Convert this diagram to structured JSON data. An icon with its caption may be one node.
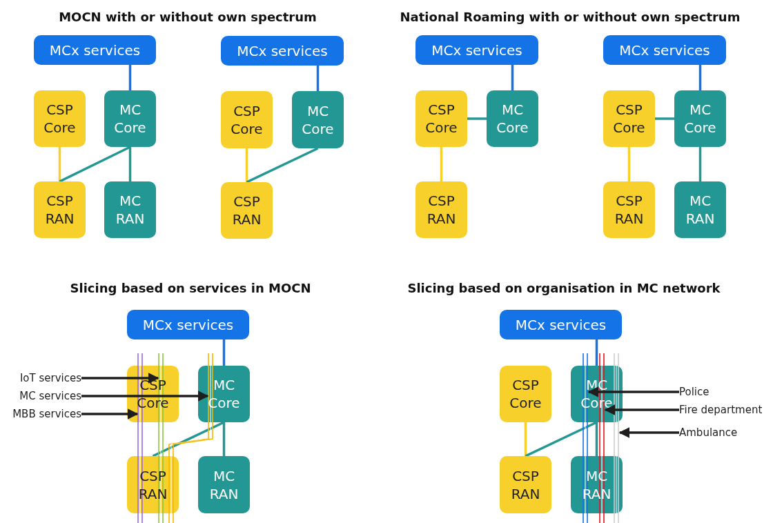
{
  "diagram": {
    "nodes": [
      {
        "text": [
          "MCx services"
        ]
      },
      {
        "text": [
          "CSP Core"
        ]
      },
      {
        "text": [
          "MC Core"
        ]
      },
      {
        "text": [
          "CSP RAN"
        ]
      },
      {
        "text": [
          "MC RAN"
        ]
      },
      {
        "text": [
          "MCx services"
        ]
      },
      {
        "text": [
          "CSP Core"
        ]
      },
      {
        "text": [
          "MC Core"
        ]
      },
      {
        "text": [
          "CSP RAN"
        ]
      },
      {
        "text": [
          "MCx services"
        ]
      },
      {
        "text": [
          "CSP Core"
        ]
      },
      {
        "text": [
          "MC Core"
        ]
      },
      {
        "text": [
          "CSP RAN"
        ]
      },
      {
        "text": [
          "MCx services"
        ]
      },
      {
        "text": [
          "CSP Core"
        ]
      },
      {
        "text": [
          "MC Core"
        ]
      },
      {
        "text": [
          "CSP RAN"
        ]
      },
      {
        "text": [
          "MC RAN"
        ]
      },
      {
        "text": [
          "MCx services"
        ]
      },
      {
        "text": [
          "CSP Core"
        ]
      },
      {
        "text": [
          "MC Core"
        ]
      },
      {
        "text": [
          "CSP RAN"
        ]
      },
      {
        "text": [
          "MC RAN"
        ]
      },
      {
        "text": [
          "IoT services"
        ]
      },
      {
        "text": [
          "MC services"
        ]
      },
      {
        "text": [
          "MBB services"
        ]
      },
      {
        "text": [
          "MCx services"
        ]
      },
      {
        "text": [
          "CSP Core"
        ]
      },
      {
        "text": [
          "MC Core"
        ]
      },
      {
        "text": [
          "CSP RAN"
        ]
      },
      {
        "text": [
          "MC RAN"
        ]
      },
      {
        "text": [
          "Police"
        ]
      },
      {
        "text": [
          "Fire department"
        ]
      },
      {
        "text": [
          "Ambulance"
        ]
      },
      {
        "text": [],
        "shape": "line"
      },
      {
        "text": [],
        "shape": "line"
      },
      {
        "text": [],
        "shape": "line"
      },
      {
        "text": [],
        "shape": "line"
      },
      {
        "text": [],
        "shape": "line"
      },
      {
        "text": [],
        "shape": "line"
      }
    ],
    "edges": [
      {
        "from": 0,
        "to": 2,
        "arrow": "none",
        "color": "#1473e6"
      },
      {
        "from": 1,
        "to": 3,
        "arrow": "none",
        "color": "#f7d02c"
      },
      {
        "from": 2,
        "to": 3,
        "arrow": "none"
      },
      {
        "from": 2,
        "to": 4,
        "arrow": "none"
      },
      {
        "from": 5,
        "to": 7,
        "arrow": "none",
        "color": "#1473e6"
      },
      {
        "from": 6,
        "to": 8,
        "arrow": "none",
        "color": "#f7d02c"
      },
      {
        "from": 7,
        "to": 8,
        "arrow": "none"
      },
      {
        "from": 9,
        "to": 11,
        "arrow": "none",
        "color": "#1473e6"
      },
      {
        "from": 10,
        "to": 11,
        "arrow": "none"
      },
      {
        "from": 10,
        "to": 12,
        "arrow": "none",
        "color": "#f7d02c"
      },
      {
        "from": 13,
        "to": 15,
        "arrow": "none",
        "color": "#1473e6"
      },
      {
        "from": 14,
        "to": 15,
        "arrow": "none"
      },
      {
        "from": 14,
        "to": 16,
        "arrow": "none",
        "color": "#f7d02c"
      },
      {
        "from": 15,
        "to": 17,
        "arrow": "none"
      },
      {
        "from": 18,
        "to": 20,
        "arrow": "none",
        "color": "#1473e6"
      },
      {
        "from": 20,
        "to": 21,
        "arrow": "none"
      },
      {
        "from": 20,
        "to": 22,
        "arrow": "none"
      },
      {
        "from": 23,
        "to": 35,
        "arrow": "to",
        "color": "#1e1e1e"
      },
      {
        "from": 24,
        "to": 36,
        "arrow": "to",
        "color": "#1e1e1e"
      },
      {
        "from": 25,
        "to": 34,
        "arrow": "to",
        "color": "#1e1e1e"
      },
      {
        "from": 26,
        "to": 28,
        "arrow": "none",
        "color": "#1473e6"
      },
      {
        "from": 27,
        "to": 29,
        "arrow": "none",
        "color": "#f7d02c"
      },
      {
        "from": 28,
        "to": 29,
        "arrow": "none"
      },
      {
        "from": 28,
        "to": 30,
        "arrow": "none"
      },
      {
        "from": 31,
        "to": 37,
        "arrow": "to",
        "color": "#1e1e1e"
      },
      {
        "from": 32,
        "to": 38,
        "arrow": "to",
        "color": "#1e1e1e"
      },
      {
        "from": 33,
        "to": 39,
        "arrow": "to",
        "color": "#1e1e1e"
      }
    ],
    "labels": [
      "MOCN with or without own spectrum",
      "National Roaming with or without own spectrum",
      "Slicing based on services in MOCN",
      "Slicing based on organisation in MC network"
    ]
  }
}
